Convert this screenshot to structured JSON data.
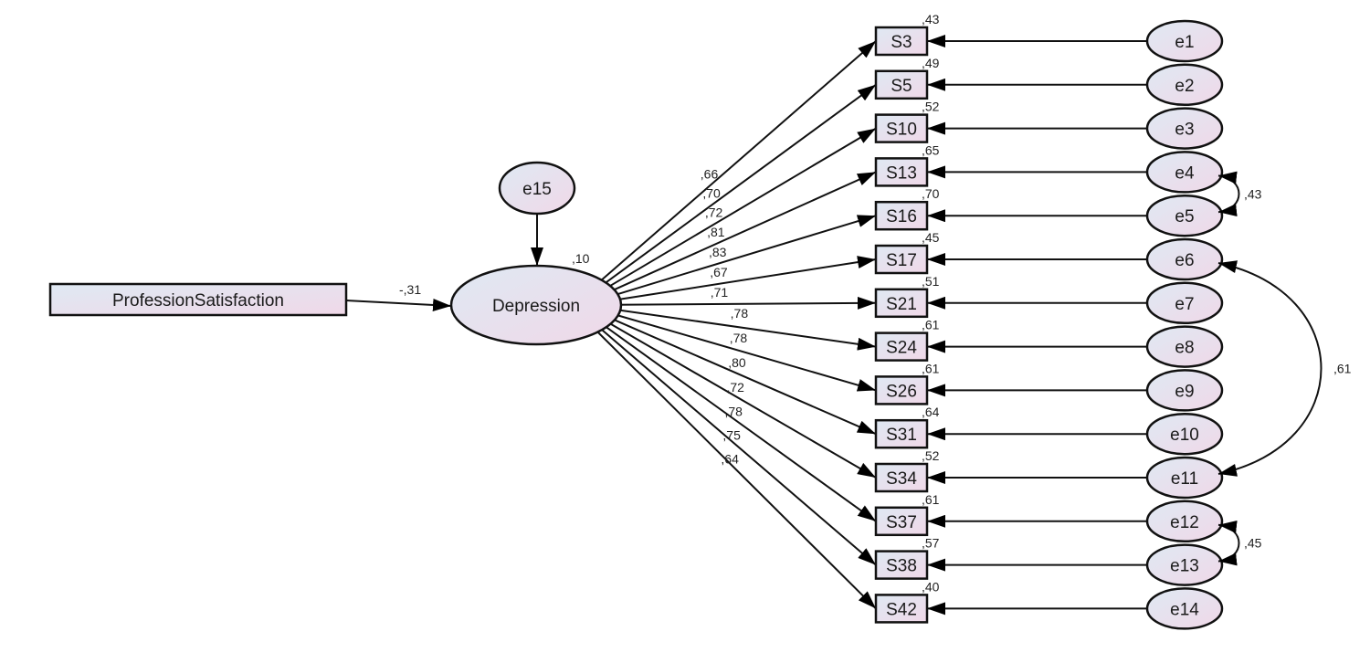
{
  "diagram": {
    "type": "structural-equation-model",
    "exogenous": {
      "id": "ProfessionSatisfaction",
      "label": "ProfessionSatisfaction",
      "shape": "rectangle"
    },
    "latent": {
      "id": "Depression",
      "label": "Depression",
      "shape": "ellipse",
      "r_squared": ",10"
    },
    "latent_error": {
      "id": "e15",
      "label": "e15"
    },
    "structural_path": {
      "from": "ProfessionSatisfaction",
      "to": "Depression",
      "coefficient": "-,31"
    },
    "indicators": [
      {
        "label": "S3",
        "loading": ",66",
        "r_squared": ",43",
        "error": "e1"
      },
      {
        "label": "S5",
        "loading": ",70",
        "r_squared": ",49",
        "error": "e2"
      },
      {
        "label": "S10",
        "loading": ",72",
        "r_squared": ",52",
        "error": "e3"
      },
      {
        "label": "S13",
        "loading": ",81",
        "r_squared": ",65",
        "error": "e4"
      },
      {
        "label": "S16",
        "loading": ",83",
        "r_squared": ",70",
        "error": "e5"
      },
      {
        "label": "S17",
        "loading": ",67",
        "r_squared": ",45",
        "error": "e6"
      },
      {
        "label": "S21",
        "loading": ",71",
        "r_squared": ",51",
        "error": "e7"
      },
      {
        "label": "S24",
        "loading": ",78",
        "r_squared": ",61",
        "error": "e8"
      },
      {
        "label": "S26",
        "loading": ",78",
        "r_squared": ",61",
        "error": "e9"
      },
      {
        "label": "S31",
        "loading": ",80",
        "r_squared": ",64",
        "error": "e10"
      },
      {
        "label": "S34",
        "loading": ",72",
        "r_squared": ",52",
        "error": "e11"
      },
      {
        "label": "S37",
        "loading": ",78",
        "r_squared": ",61",
        "error": "e12"
      },
      {
        "label": "S38",
        "loading": ",75",
        "r_squared": ",57",
        "error": "e13"
      },
      {
        "label": "S42",
        "loading": ",64",
        "r_squared": ",40",
        "error": "e14"
      }
    ],
    "covariances": [
      {
        "from": "e4",
        "to": "e5",
        "value": ",43"
      },
      {
        "from": "e6",
        "to": "e11",
        "value": ",61"
      },
      {
        "from": "e12",
        "to": "e13",
        "value": ",45"
      }
    ],
    "colors": {
      "fill_start": "#dfe9f3",
      "fill_end": "#efd8e8",
      "stroke": "#111111"
    }
  }
}
